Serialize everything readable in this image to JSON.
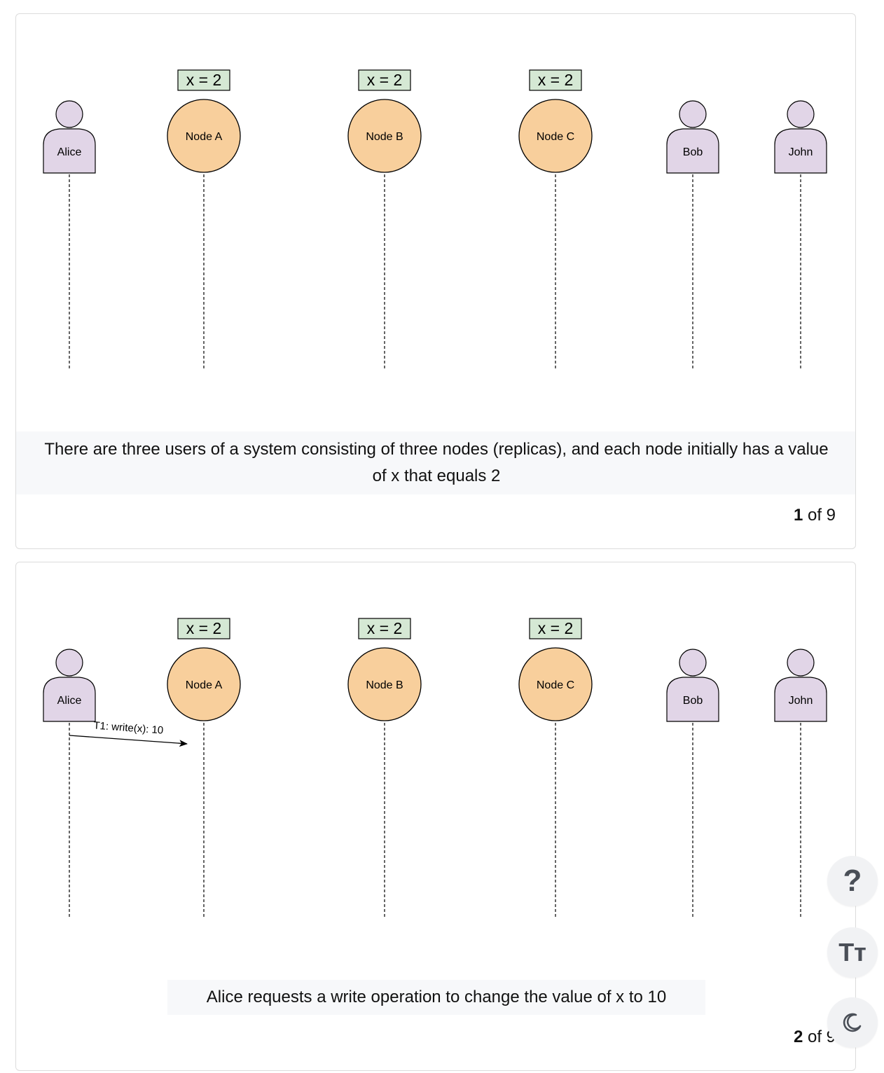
{
  "slides": [
    {
      "actors": [
        {
          "kind": "user",
          "label": "Alice"
        },
        {
          "kind": "node",
          "label": "Node A",
          "value": "x = 2"
        },
        {
          "kind": "node",
          "label": "Node B",
          "value": "x = 2"
        },
        {
          "kind": "node",
          "label": "Node C",
          "value": "x = 2"
        },
        {
          "kind": "user",
          "label": "Bob"
        },
        {
          "kind": "user",
          "label": "John"
        }
      ],
      "messages": [],
      "caption": "There are three users of a system consisting of three nodes (replicas), and each node initially has a value of x that equals 2",
      "counter": {
        "current": "1",
        "text": " of 9"
      }
    },
    {
      "actors": [
        {
          "kind": "user",
          "label": "Alice"
        },
        {
          "kind": "node",
          "label": "Node A",
          "value": "x = 2"
        },
        {
          "kind": "node",
          "label": "Node B",
          "value": "x = 2"
        },
        {
          "kind": "node",
          "label": "Node C",
          "value": "x = 2"
        },
        {
          "kind": "user",
          "label": "Bob"
        },
        {
          "kind": "user",
          "label": "John"
        }
      ],
      "messages": [
        {
          "from": "Alice",
          "to": "Node A",
          "label": "T1: write(x): 10"
        }
      ],
      "caption": "Alice requests a write operation to change the value of x to 10",
      "counter": {
        "current": "2",
        "text": " of 9"
      }
    }
  ],
  "floating_buttons": {
    "help": {
      "label": "?",
      "icon": "question-mark-icon"
    },
    "font_size": {
      "label": "Tт",
      "icon": "text-size-icon"
    },
    "theme": {
      "icon": "moon-icon"
    }
  },
  "colors": {
    "user_fill": "#e1d5e7",
    "node_fill": "#f8cf9c",
    "value_fill": "#d5e8d4",
    "stroke": "#000000"
  }
}
